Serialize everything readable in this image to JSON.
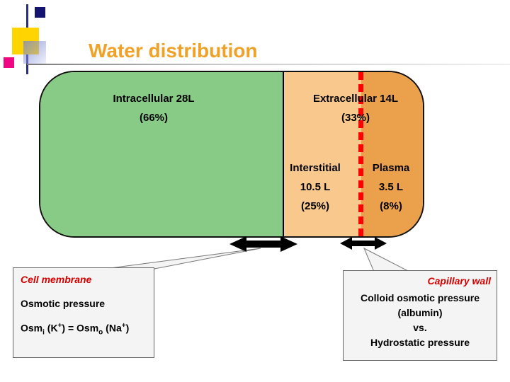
{
  "title": "Water distribution",
  "compartments": {
    "intracellular": {
      "label": "Intracellular 28L",
      "percent": "(66%)"
    },
    "extracellular": {
      "label": "Extracellular 14L",
      "percent": "(33%)"
    },
    "interstitial": {
      "label": "Interstitial",
      "volume": "10.5 L",
      "percent": "(25%)"
    },
    "plasma": {
      "label": "Plasma",
      "volume": "3.5 L",
      "percent": "(8%)"
    }
  },
  "callouts": {
    "cell_membrane": {
      "title": "Cell membrane",
      "line1": "Osmotic pressure",
      "formula": {
        "p1": "Osm",
        "s1": "i",
        "p2": " (K",
        "sup1": "+",
        "p3": ") = Osm",
        "s2": "o",
        "p4": " (Na",
        "sup2": "+",
        "p5": ")"
      }
    },
    "capillary_wall": {
      "title": "Capillary wall",
      "line1": "Colloid osmotic pressure",
      "line2": "(albumin)",
      "line3": "vs.",
      "line4": "Hydrostatic pressure"
    }
  },
  "colors": {
    "title_orange": "#f0a127",
    "intracellular_fill": "#87cb87",
    "interstitial_fill": "#f8c88c",
    "plasma_fill": "#eba04c",
    "divider_red": "#ff0000",
    "callout_title_red": "#d40000",
    "arrow_black": "#000000"
  }
}
